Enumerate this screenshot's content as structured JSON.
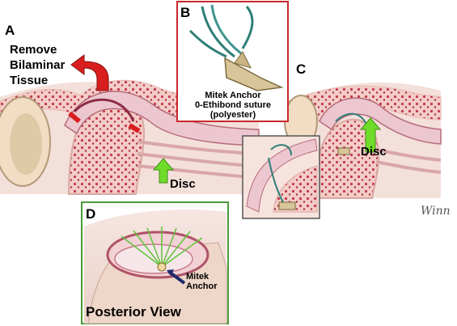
{
  "panels": {
    "a": {
      "letter": "A",
      "remove_label_lines": [
        "Remove",
        "Bilaminar",
        "Tissue"
      ],
      "disc_label": "Disc"
    },
    "b": {
      "letter": "B",
      "caption_lines": [
        "Mitek Anchor",
        "0-Ethibond suture",
        "(polyester)"
      ]
    },
    "c": {
      "letter": "C",
      "disc_label": "Disc"
    },
    "d": {
      "letter": "D",
      "anchor_label_lines": [
        "Mitek",
        "Anchor"
      ],
      "view_label": "Posterior View"
    }
  },
  "signature": "Winn",
  "colors": {
    "remove_arrow": "#d81e1e",
    "disc_arrow": "#6fdc2a",
    "panel_b_border": "#c8282c",
    "panel_d_border": "#4a9a3a",
    "anchor_arrow": "#1d2b6b",
    "suture": "#2f7f78",
    "bone": "#f1d7cf",
    "marrow": "#c23a4e",
    "disc": "#ecc7cf"
  },
  "icons": {
    "remove_arrow": "curved-arrow-icon",
    "disc_arrow": "up-arrow-icon",
    "anchor_pointer": "arrow-icon"
  }
}
